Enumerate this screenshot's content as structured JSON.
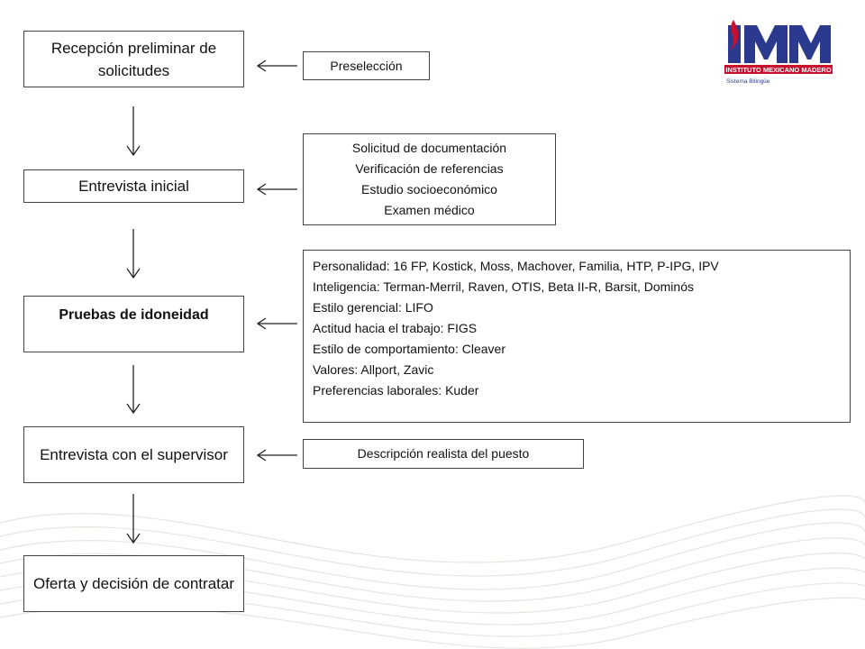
{
  "flow_steps": [
    {
      "label": "Recepción preliminar de solicitudes"
    },
    {
      "label": "Entrevista inicial"
    },
    {
      "label": "Pruebas de idoneidad"
    },
    {
      "label": "Entrevista con el supervisor"
    },
    {
      "label": "Oferta y decisión de contratar"
    }
  ],
  "notes": {
    "preseleccion": "Preselección",
    "documentacion": [
      "Solicitud de documentación",
      "Verificación de referencias",
      "Estudio socioeconómico",
      "Examen médico"
    ],
    "pruebas": [
      "Personalidad: 16 FP, Kostick, Moss, Machover, Familia, HTP, P-IPG, IPV",
      "Inteligencia: Terman-Merril, Raven, OTIS, Beta II-R, Barsit, Dominós",
      "Estilo gerencial: LIFO",
      "Actitud hacia el trabajo: FIGS",
      "Estilo de comportamiento: Cleaver",
      "Valores: Allport, Zavic",
      "Preferencias laborales: Kuder"
    ],
    "descripcion": "Descripción realista del puesto"
  },
  "logo": {
    "letters": "IMM",
    "name": "INSTITUTO MEXICANO MADERO",
    "tagline": "Sistema Bilingüe",
    "colors": {
      "blue": "#2b3a8c",
      "red": "#c8102e"
    }
  }
}
